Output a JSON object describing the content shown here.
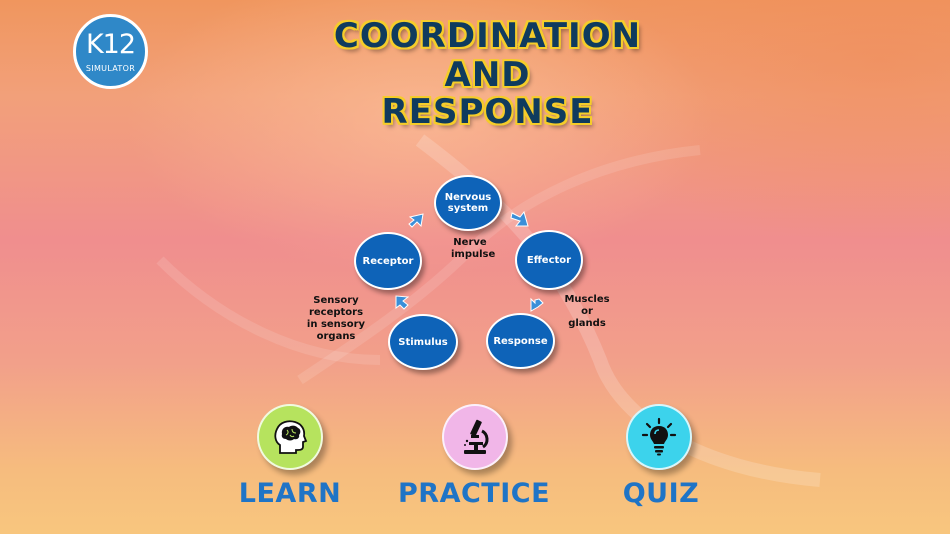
{
  "logo": {
    "brand": "K12",
    "subtitle": "SIMULATOR"
  },
  "title": {
    "line1": "COORDINATION",
    "line2": "AND",
    "line3": "RESPONSE"
  },
  "cycle": {
    "nodes": {
      "nervous": {
        "line1": "Nervous",
        "line2": "system"
      },
      "effector": "Effector",
      "response": "Response",
      "stimulus": "Stimulus",
      "receptor": "Receptor"
    },
    "labels": {
      "nerve_line1": "Nerve",
      "nerve_line2": "impulse",
      "muscles_line1": "Muscles",
      "muscles_line2": "or glands",
      "sensory_line1": "Sensory receptors",
      "sensory_line2": "in sensory organs"
    }
  },
  "menu": {
    "learn": {
      "label": "LEARN",
      "icon": "brain-head-icon",
      "color": "#b6e35e"
    },
    "practice": {
      "label": "PRACTICE",
      "icon": "microscope-icon",
      "color": "#f1b6e8"
    },
    "quiz": {
      "label": "QUIZ",
      "icon": "lightbulb-icon",
      "color": "#3cd3ec"
    }
  },
  "colors": {
    "title": "#0f3b5e",
    "title_outline": "#f5cc2a",
    "node": "#0e63b8",
    "menu_label": "#1f74c6",
    "arrow": "#3a8fd8"
  }
}
